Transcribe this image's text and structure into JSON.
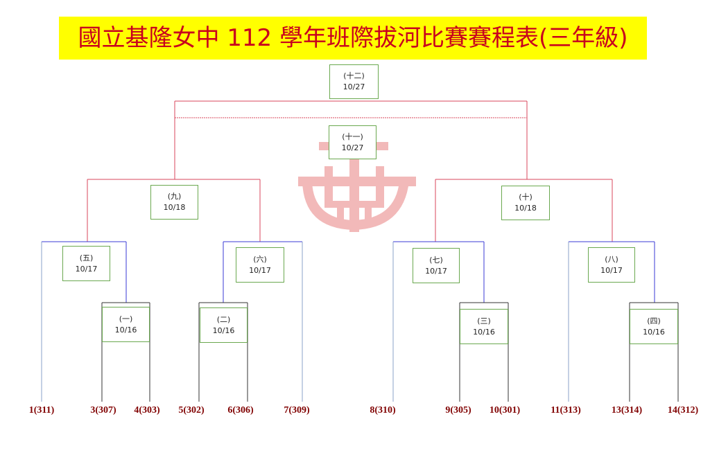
{
  "title": "國立基隆女中 112 學年班際拔河比賽賽程表(三年級)",
  "colors": {
    "title_background": "#ffff00",
    "title_text": "#c8001e",
    "team_text": "#800000",
    "box_border": "#6aa84f",
    "upper_lines": "#d9455b",
    "mid_lines": "#3a3ad6",
    "first_round_lines": "#333333",
    "leaf_lines": "#8aa0c8",
    "logo": "#e88080"
  },
  "logo": {
    "name": "school-emblem-icon"
  },
  "matches": {
    "m1": {
      "label": "(一)",
      "date": "10/16"
    },
    "m2": {
      "label": "(二)",
      "date": "10/16"
    },
    "m3": {
      "label": "(三)",
      "date": "10/16"
    },
    "m4": {
      "label": "(四)",
      "date": "10/16"
    },
    "m5": {
      "label": "(五)",
      "date": "10/17"
    },
    "m6": {
      "label": "(六)",
      "date": "10/17"
    },
    "m7": {
      "label": "(七)",
      "date": "10/17"
    },
    "m8": {
      "label": "(八)",
      "date": "10/17"
    },
    "m9": {
      "label": "(九)",
      "date": "10/18"
    },
    "m10": {
      "label": "(十)",
      "date": "10/18"
    },
    "m11": {
      "label": "(十一)",
      "date": "10/27"
    },
    "m12": {
      "label": "(十二)",
      "date": "10/27"
    }
  },
  "teams": [
    "1(311)",
    "3(307)",
    "4(303)",
    "5(302)",
    "6(306)",
    "7(309)",
    "8(310)",
    "9(305)",
    "10(301)",
    "11(313)",
    "13(314)",
    "14(312)"
  ]
}
